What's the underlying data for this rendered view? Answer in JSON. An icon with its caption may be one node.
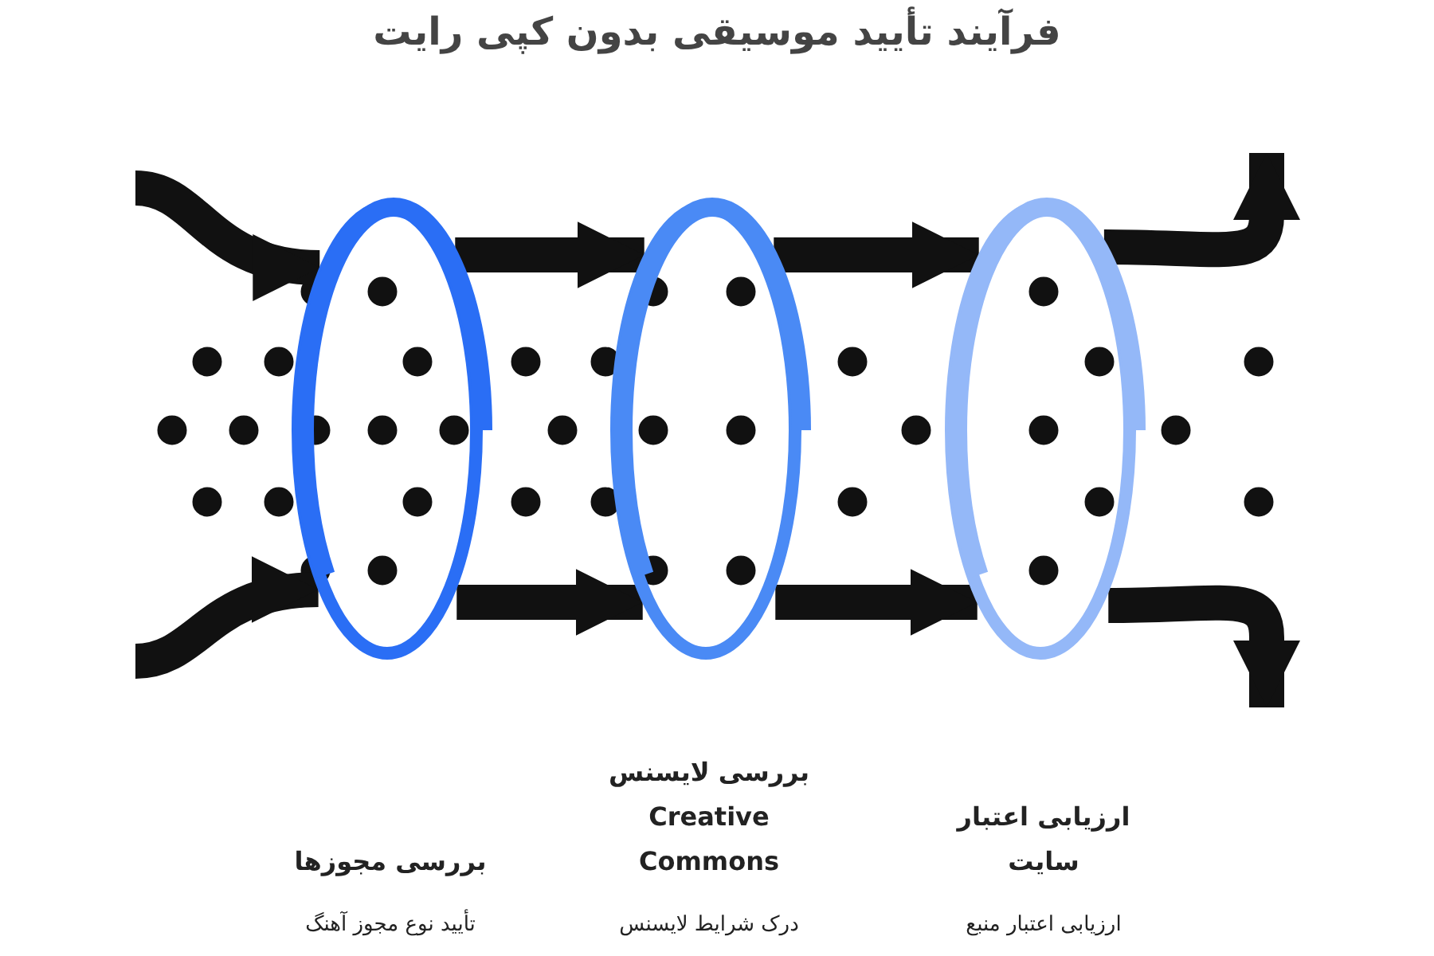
{
  "diagram": {
    "title": "فرآیند تأیید موسیقی بدون کپی رایت",
    "nodes": [
      {
        "text": [],
        "shape": "ring",
        "beside": [
          "بررسی مجوزها",
          "تأیید نوع مجوز آهنگ"
        ]
      },
      {
        "text": [],
        "shape": "ring",
        "beside": [
          "بررسی لایسنس Creative Commons",
          "درک شرایط لایسنس"
        ]
      },
      {
        "text": [],
        "shape": "ring",
        "beside": [
          "ارزیابی اعتبار سایت",
          "ارزیابی اعتبار منبع"
        ]
      }
    ],
    "edges": [
      {
        "from": null,
        "to": 0,
        "arrow": "to"
      },
      {
        "from": null,
        "to": 0,
        "arrow": "to"
      },
      {
        "from": 0,
        "to": 1,
        "arrow": "to"
      },
      {
        "from": 0,
        "to": 1,
        "arrow": "to"
      },
      {
        "from": 1,
        "to": 2,
        "arrow": "to"
      },
      {
        "from": 1,
        "to": 2,
        "arrow": "to"
      },
      {
        "from": 2,
        "to": null,
        "arrow": "to"
      },
      {
        "from": 2,
        "to": null,
        "arrow": "to"
      }
    ]
  }
}
